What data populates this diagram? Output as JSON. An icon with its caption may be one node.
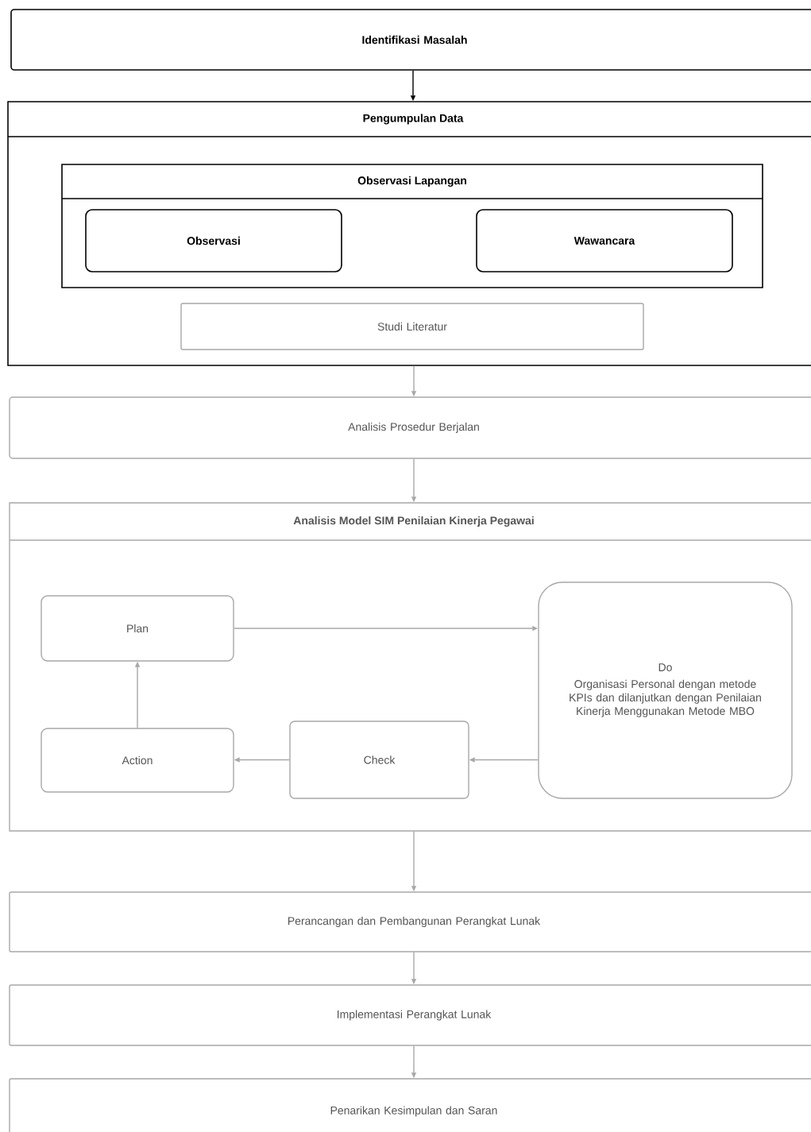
{
  "diagram": {
    "nodes": [
      {
        "text": [
          "Identifikasi Masalah"
        ]
      },
      {
        "text": [
          "Pengumpulan Data"
        ]
      },
      {
        "text": [
          "Observasi Lapangan"
        ],
        "in": 1
      },
      {
        "text": [
          "Observasi"
        ],
        "in": 2
      },
      {
        "text": [
          "Wawancara"
        ],
        "in": 2
      },
      {
        "text": [
          "Studi Literatur"
        ],
        "in": 1
      },
      {
        "text": [
          "Analisis Prosedur Berjalan"
        ]
      },
      {
        "text": [
          "Analisis Model SIM Penilaian Kinerja Pegawai"
        ]
      },
      {
        "text": [
          "Plan"
        ],
        "in": 7
      },
      {
        "text": [
          "Do",
          "Organisasi Personal dengan metode KPIs dan dilanjutkan dengan Penilaian Kinerja Menggunakan Metode MBO"
        ],
        "in": 7
      },
      {
        "text": [
          "Action"
        ],
        "in": 7
      },
      {
        "text": [
          "Check"
        ],
        "in": 7
      },
      {
        "text": [
          "Perancangan dan Pembangunan Perangkat Lunak"
        ]
      },
      {
        "text": [
          "Implementasi Perangkat Lunak"
        ]
      },
      {
        "text": [
          "Penarikan Kesimpulan dan Saran"
        ]
      }
    ],
    "edges": [
      {
        "from": 0,
        "to": 1,
        "arrow": "to",
        "color": "#000000"
      },
      {
        "from": 1,
        "to": 6,
        "arrow": "to"
      },
      {
        "from": 6,
        "to": 7,
        "arrow": "to"
      },
      {
        "from": 8,
        "to": 9,
        "arrow": "to"
      },
      {
        "from": 9,
        "to": 11,
        "arrow": "to"
      },
      {
        "from": 11,
        "to": 10,
        "arrow": "to"
      },
      {
        "from": 10,
        "to": 8,
        "arrow": "to"
      },
      {
        "from": 7,
        "to": 12,
        "arrow": "to"
      },
      {
        "from": 12,
        "to": 13,
        "arrow": "to"
      },
      {
        "from": 13,
        "to": 14,
        "arrow": "to"
      }
    ]
  }
}
